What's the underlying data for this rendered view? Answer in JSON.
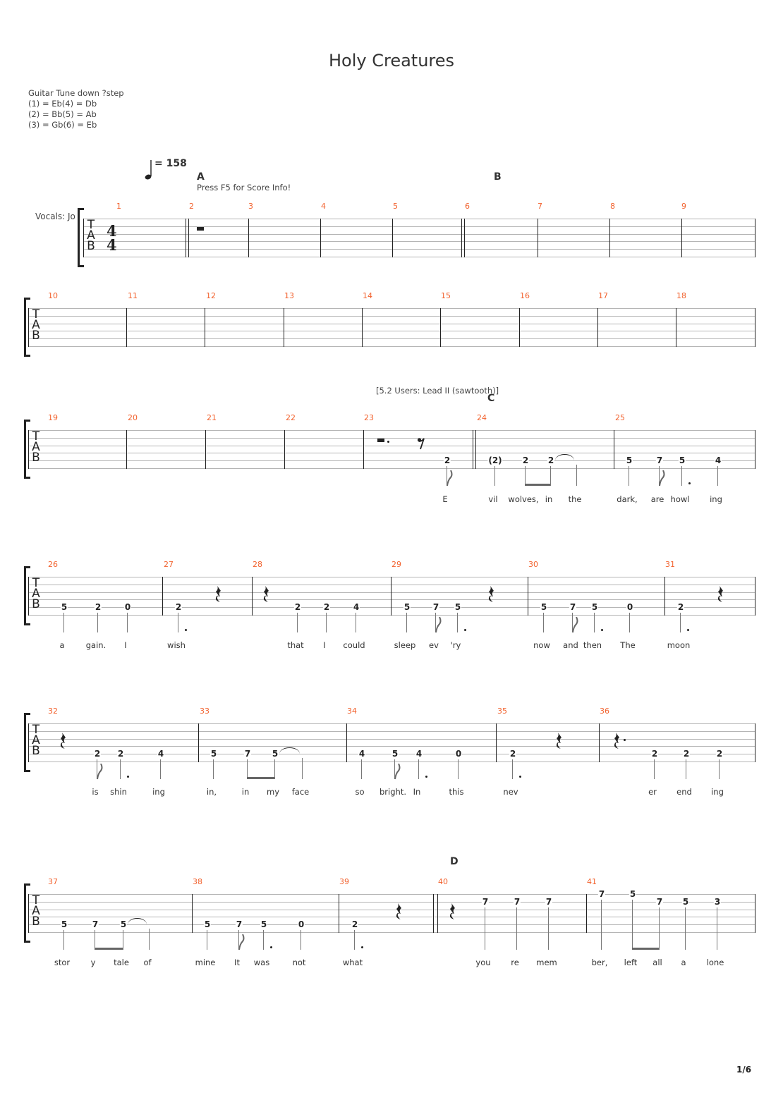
{
  "title": "Holy Creatures",
  "tuning": [
    "Guitar Tune down ?step",
    "(1) = Eb(4) = Db",
    "(2) = Bb(5) = Ab",
    "(3) = Gb(6) = Eb"
  ],
  "tempo": "= 158",
  "track_name": "Vocals: Jo",
  "score_info": "Press F5 for Score Info!",
  "instrument_text": "[5.2 Users: Lead II (sawtooth)]",
  "sections": [
    "A",
    "B",
    "C",
    "D"
  ],
  "clef": [
    "T",
    "A",
    "B"
  ],
  "time_signature": [
    "4",
    "4"
  ],
  "page_number": "1/6",
  "systems": [
    {
      "measures": [
        {
          "number": "1",
          "notes": [],
          "rests": []
        },
        {
          "number": "2",
          "notes": [],
          "rests": [
            "half"
          ]
        },
        {
          "number": "3",
          "notes": [],
          "rests": []
        },
        {
          "number": "4",
          "notes": [],
          "rests": []
        },
        {
          "number": "5",
          "notes": [],
          "rests": []
        },
        {
          "number": "6",
          "notes": [],
          "rests": []
        },
        {
          "number": "7",
          "notes": [],
          "rests": []
        },
        {
          "number": "8",
          "notes": [],
          "rests": []
        },
        {
          "number": "9",
          "notes": [],
          "rests": []
        }
      ]
    },
    {
      "measures": [
        {
          "number": "10",
          "notes": [],
          "rests": []
        },
        {
          "number": "11",
          "notes": [],
          "rests": []
        },
        {
          "number": "12",
          "notes": [],
          "rests": []
        },
        {
          "number": "13",
          "notes": [],
          "rests": []
        },
        {
          "number": "14",
          "notes": [],
          "rests": []
        },
        {
          "number": "15",
          "notes": [],
          "rests": []
        },
        {
          "number": "16",
          "notes": [],
          "rests": []
        },
        {
          "number": "17",
          "notes": [],
          "rests": []
        },
        {
          "number": "18",
          "notes": [],
          "rests": []
        }
      ]
    },
    {
      "measures": [
        {
          "number": "19",
          "notes": [],
          "rests": []
        },
        {
          "number": "20",
          "notes": [],
          "rests": []
        },
        {
          "number": "21",
          "notes": [],
          "rests": []
        },
        {
          "number": "22",
          "notes": [],
          "rests": []
        },
        {
          "number": "23",
          "rests": [
            "half-dotted",
            "eighth"
          ],
          "notes": [
            {
              "fret": "2",
              "string": 5,
              "dur": "e",
              "lyric": "E",
              "tie": true
            }
          ]
        },
        {
          "number": "24",
          "rests": [],
          "notes": [
            {
              "fret": "(2)",
              "string": 5,
              "dur": "q",
              "lyric": "vil"
            },
            {
              "fret": "2",
              "string": 5,
              "dur": "b1",
              "lyric": "wolves,"
            },
            {
              "fret": "2",
              "string": 5,
              "dur": "b2",
              "lyric": "in",
              "tie": true
            },
            {
              "fret": "",
              "string": 5,
              "dur": "q",
              "lyric": "the"
            }
          ]
        },
        {
          "number": "25",
          "rests": [],
          "notes": [
            {
              "fret": "5",
              "string": 5,
              "dur": "q",
              "lyric": "dark,"
            },
            {
              "fret": "7",
              "string": 5,
              "dur": "e",
              "lyric": "are"
            },
            {
              "fret": "5",
              "string": 5,
              "dur": "qd",
              "lyric": "howl"
            },
            {
              "fret": "4",
              "string": 5,
              "dur": "q",
              "lyric": "ing"
            }
          ]
        }
      ]
    },
    {
      "measures": [
        {
          "number": "26",
          "rests": [],
          "notes": [
            {
              "fret": "5",
              "string": 5,
              "dur": "q",
              "lyric": "a"
            },
            {
              "fret": "2",
              "string": 5,
              "dur": "q",
              "lyric": "gain."
            },
            {
              "fret": "0",
              "string": 5,
              "dur": "q",
              "lyric": "I"
            }
          ]
        },
        {
          "number": "27",
          "rests": [
            "quarter"
          ],
          "notes": [
            {
              "fret": "2",
              "string": 5,
              "dur": "qd",
              "lyric": "wish"
            }
          ]
        },
        {
          "number": "28",
          "rests": [
            "quarter"
          ],
          "notes": [
            {
              "fret": "2",
              "string": 5,
              "dur": "q",
              "lyric": "that"
            },
            {
              "fret": "2",
              "string": 5,
              "dur": "q",
              "lyric": "I"
            },
            {
              "fret": "4",
              "string": 5,
              "dur": "q",
              "lyric": "could"
            }
          ]
        },
        {
          "number": "29",
          "rests": [
            "quarter"
          ],
          "notes": [
            {
              "fret": "5",
              "string": 5,
              "dur": "q",
              "lyric": "sleep"
            },
            {
              "fret": "7",
              "string": 5,
              "dur": "e",
              "lyric": "ev"
            },
            {
              "fret": "5",
              "string": 5,
              "dur": "qd",
              "lyric": "'ry"
            }
          ]
        },
        {
          "number": "30",
          "rests": [],
          "notes": [
            {
              "fret": "5",
              "string": 5,
              "dur": "q",
              "lyric": "now"
            },
            {
              "fret": "7",
              "string": 5,
              "dur": "e",
              "lyric": "and"
            },
            {
              "fret": "5",
              "string": 5,
              "dur": "qd",
              "lyric": "then"
            },
            {
              "fret": "0",
              "string": 5,
              "dur": "q",
              "lyric": "The"
            }
          ]
        },
        {
          "number": "31",
          "rests": [
            "quarter"
          ],
          "notes": [
            {
              "fret": "2",
              "string": 5,
              "dur": "qd",
              "lyric": "moon"
            }
          ]
        }
      ]
    },
    {
      "measures": [
        {
          "number": "32",
          "rests": [
            "quarter"
          ],
          "notes": [
            {
              "fret": "2",
              "string": 5,
              "dur": "e",
              "lyric": "is"
            },
            {
              "fret": "2",
              "string": 5,
              "dur": "qd",
              "lyric": "shin"
            },
            {
              "fret": "4",
              "string": 5,
              "dur": "q",
              "lyric": "ing"
            }
          ]
        },
        {
          "number": "33",
          "rests": [],
          "notes": [
            {
              "fret": "5",
              "string": 5,
              "dur": "q",
              "lyric": "in,"
            },
            {
              "fret": "7",
              "string": 5,
              "dur": "b1",
              "lyric": "in"
            },
            {
              "fret": "5",
              "string": 5,
              "dur": "b2",
              "lyric": "my",
              "tie": true
            },
            {
              "fret": "",
              "string": 5,
              "dur": "q",
              "lyric": "face"
            }
          ]
        },
        {
          "number": "34",
          "rests": [],
          "notes": [
            {
              "fret": "4",
              "string": 5,
              "dur": "q",
              "lyric": "so"
            },
            {
              "fret": "5",
              "string": 5,
              "dur": "e",
              "lyric": "bright."
            },
            {
              "fret": "4",
              "string": 5,
              "dur": "qd",
              "lyric": "In"
            },
            {
              "fret": "0",
              "string": 5,
              "dur": "q",
              "lyric": "this"
            }
          ]
        },
        {
          "number": "35",
          "rests": [
            "quarter"
          ],
          "notes": [
            {
              "fret": "2",
              "string": 5,
              "dur": "qd",
              "lyric": "nev"
            }
          ]
        },
        {
          "number": "36",
          "rests": [
            "quarter-dotted"
          ],
          "notes": [
            {
              "fret": "2",
              "string": 5,
              "dur": "q",
              "lyric": "er"
            },
            {
              "fret": "2",
              "string": 5,
              "dur": "q",
              "lyric": "end"
            },
            {
              "fret": "2",
              "string": 5,
              "dur": "q",
              "lyric": "ing"
            }
          ]
        }
      ]
    },
    {
      "measures": [
        {
          "number": "37",
          "rests": [],
          "notes": [
            {
              "fret": "5",
              "string": 5,
              "dur": "q",
              "lyric": "stor"
            },
            {
              "fret": "7",
              "string": 5,
              "dur": "b1",
              "lyric": "y"
            },
            {
              "fret": "5",
              "string": 5,
              "dur": "b2",
              "lyric": "tale",
              "tie": true
            },
            {
              "fret": "",
              "string": 5,
              "dur": "q",
              "lyric": "of"
            }
          ]
        },
        {
          "number": "38",
          "rests": [],
          "notes": [
            {
              "fret": "5",
              "string": 5,
              "dur": "q",
              "lyric": "mine"
            },
            {
              "fret": "7",
              "string": 5,
              "dur": "e",
              "lyric": "It"
            },
            {
              "fret": "5",
              "string": 5,
              "dur": "qd",
              "lyric": "was"
            },
            {
              "fret": "0",
              "string": 5,
              "dur": "q",
              "lyric": "not"
            }
          ]
        },
        {
          "number": "39",
          "rests": [
            "quarter"
          ],
          "notes": [
            {
              "fret": "2",
              "string": 5,
              "dur": "qd",
              "lyric": "what"
            }
          ]
        },
        {
          "number": "40",
          "rests": [
            "quarter"
          ],
          "notes": [
            {
              "fret": "7",
              "string": 2,
              "dur": "q",
              "lyric": "you"
            },
            {
              "fret": "7",
              "string": 2,
              "dur": "q",
              "lyric": "re"
            },
            {
              "fret": "7",
              "string": 2,
              "dur": "q",
              "lyric": "mem"
            }
          ]
        },
        {
          "number": "41",
          "rests": [],
          "notes": [
            {
              "fret": "7",
              "string": 1,
              "dur": "q",
              "lyric": "ber,"
            },
            {
              "fret": "5",
              "string": 1,
              "dur": "b1",
              "lyric": "left"
            },
            {
              "fret": "7",
              "string": 2,
              "dur": "b2",
              "lyric": "all"
            },
            {
              "fret": "5",
              "string": 2,
              "dur": "q",
              "lyric": "a"
            },
            {
              "fret": "3",
              "string": 2,
              "dur": "q",
              "lyric": "lone"
            }
          ]
        }
      ]
    }
  ]
}
